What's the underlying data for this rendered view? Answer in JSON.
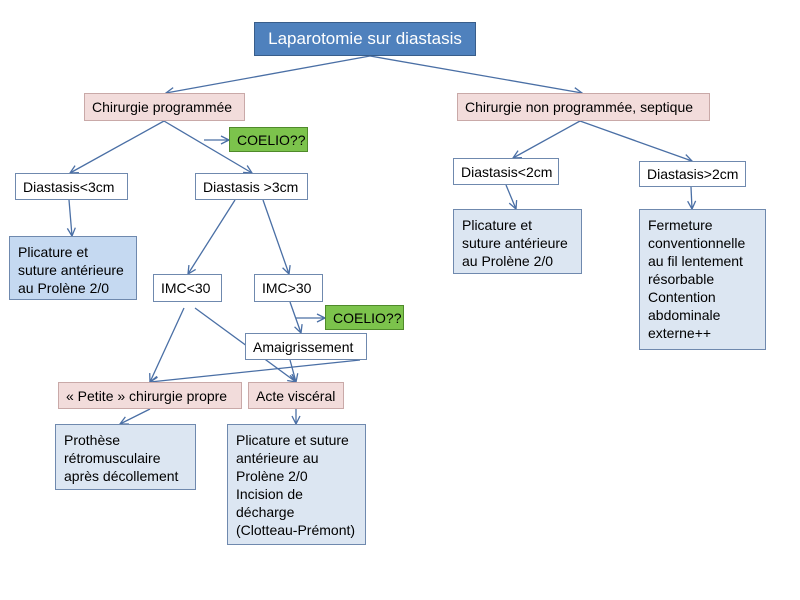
{
  "title": "Laparotomie sur diastasis",
  "nodes": {
    "chirurgie_programmee": "Chirurgie programmée",
    "chirurgie_non_programmee": "Chirurgie non programmée, septique",
    "coelio_1": "COELIO??",
    "diastasis_lt3": "Diastasis<3cm",
    "diastasis_gt3": "Diastasis >3cm",
    "diastasis_lt2": "Diastasis<2cm",
    "diastasis_gt2": "Diastasis>2cm",
    "plicature_1": [
      "Plicature et",
      "suture antérieure",
      "au  Prolène 2/0"
    ],
    "plicature_2": [
      "Plicature et",
      "suture antérieure",
      "au  Prolène 2/0"
    ],
    "fermeture": [
      "Fermeture",
      "conventionnelle",
      "au fil lentement",
      "résorbable",
      "Contention",
      "abdominale",
      "externe++"
    ],
    "imc_lt30": "IMC<30",
    "imc_gt30": "IMC>30",
    "coelio_2": "COELIO??",
    "amaigrissement": "Amaigrissement",
    "petite_chirurgie": "« Petite » chirurgie propre",
    "acte_visceral": "Acte viscéral",
    "prothese": [
      "Prothèse",
      "rétromusculaire",
      "après décollement"
    ],
    "plicature_3": [
      "Plicature et suture",
      "antérieure au",
      "Prolène 2/0",
      "Incision de",
      "décharge",
      "(Clotteau-Prémont)"
    ]
  },
  "colors": {
    "title_fill": "#4f81bd",
    "pink_fill": "#f2dcdb",
    "green_fill": "#7cc34c",
    "blue_fill": "#c5d9f1",
    "light_blue_fill": "#dce6f2",
    "arrow": "#4a6fa5"
  }
}
